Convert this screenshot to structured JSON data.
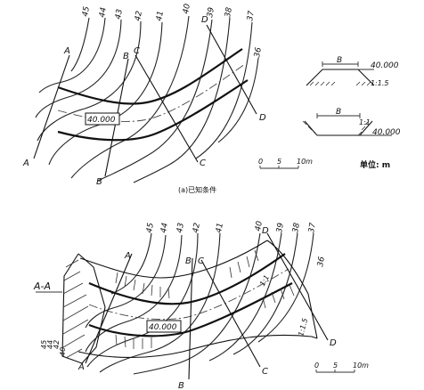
{
  "top_figure": {
    "contour_labels": [
      "45",
      "44",
      "43",
      "42",
      "41",
      "40",
      "39",
      "38",
      "37",
      "36"
    ],
    "section_marks": [
      "A",
      "A",
      "B",
      "B",
      "C",
      "C",
      "D",
      "D"
    ],
    "elevation_box": "40.000",
    "caption": "(a)已知条件",
    "scale": {
      "zero": "0",
      "mid": "5",
      "end": "10m"
    },
    "unit": "单位: m",
    "fill_section": {
      "width": "B",
      "elev": "40.000",
      "slope": "1:1.5"
    },
    "cut_section": {
      "width": "B",
      "elev": "40.000",
      "slope": "1:1"
    }
  },
  "bottom_figure": {
    "contour_labels": [
      "45",
      "44",
      "43",
      "42",
      "41",
      "40",
      "39",
      "38",
      "37",
      "36"
    ],
    "section_marks": [
      "A",
      "A",
      "B",
      "B",
      "C",
      "C",
      "D",
      "D"
    ],
    "elevation_box": "40.000",
    "section_title": "A-A",
    "profile_labels": [
      "45",
      "44",
      "42",
      "40"
    ],
    "slope_labels": [
      "1:1",
      "1:1.5"
    ],
    "scale": {
      "zero": "0",
      "mid": "5",
      "end": "10m"
    }
  }
}
